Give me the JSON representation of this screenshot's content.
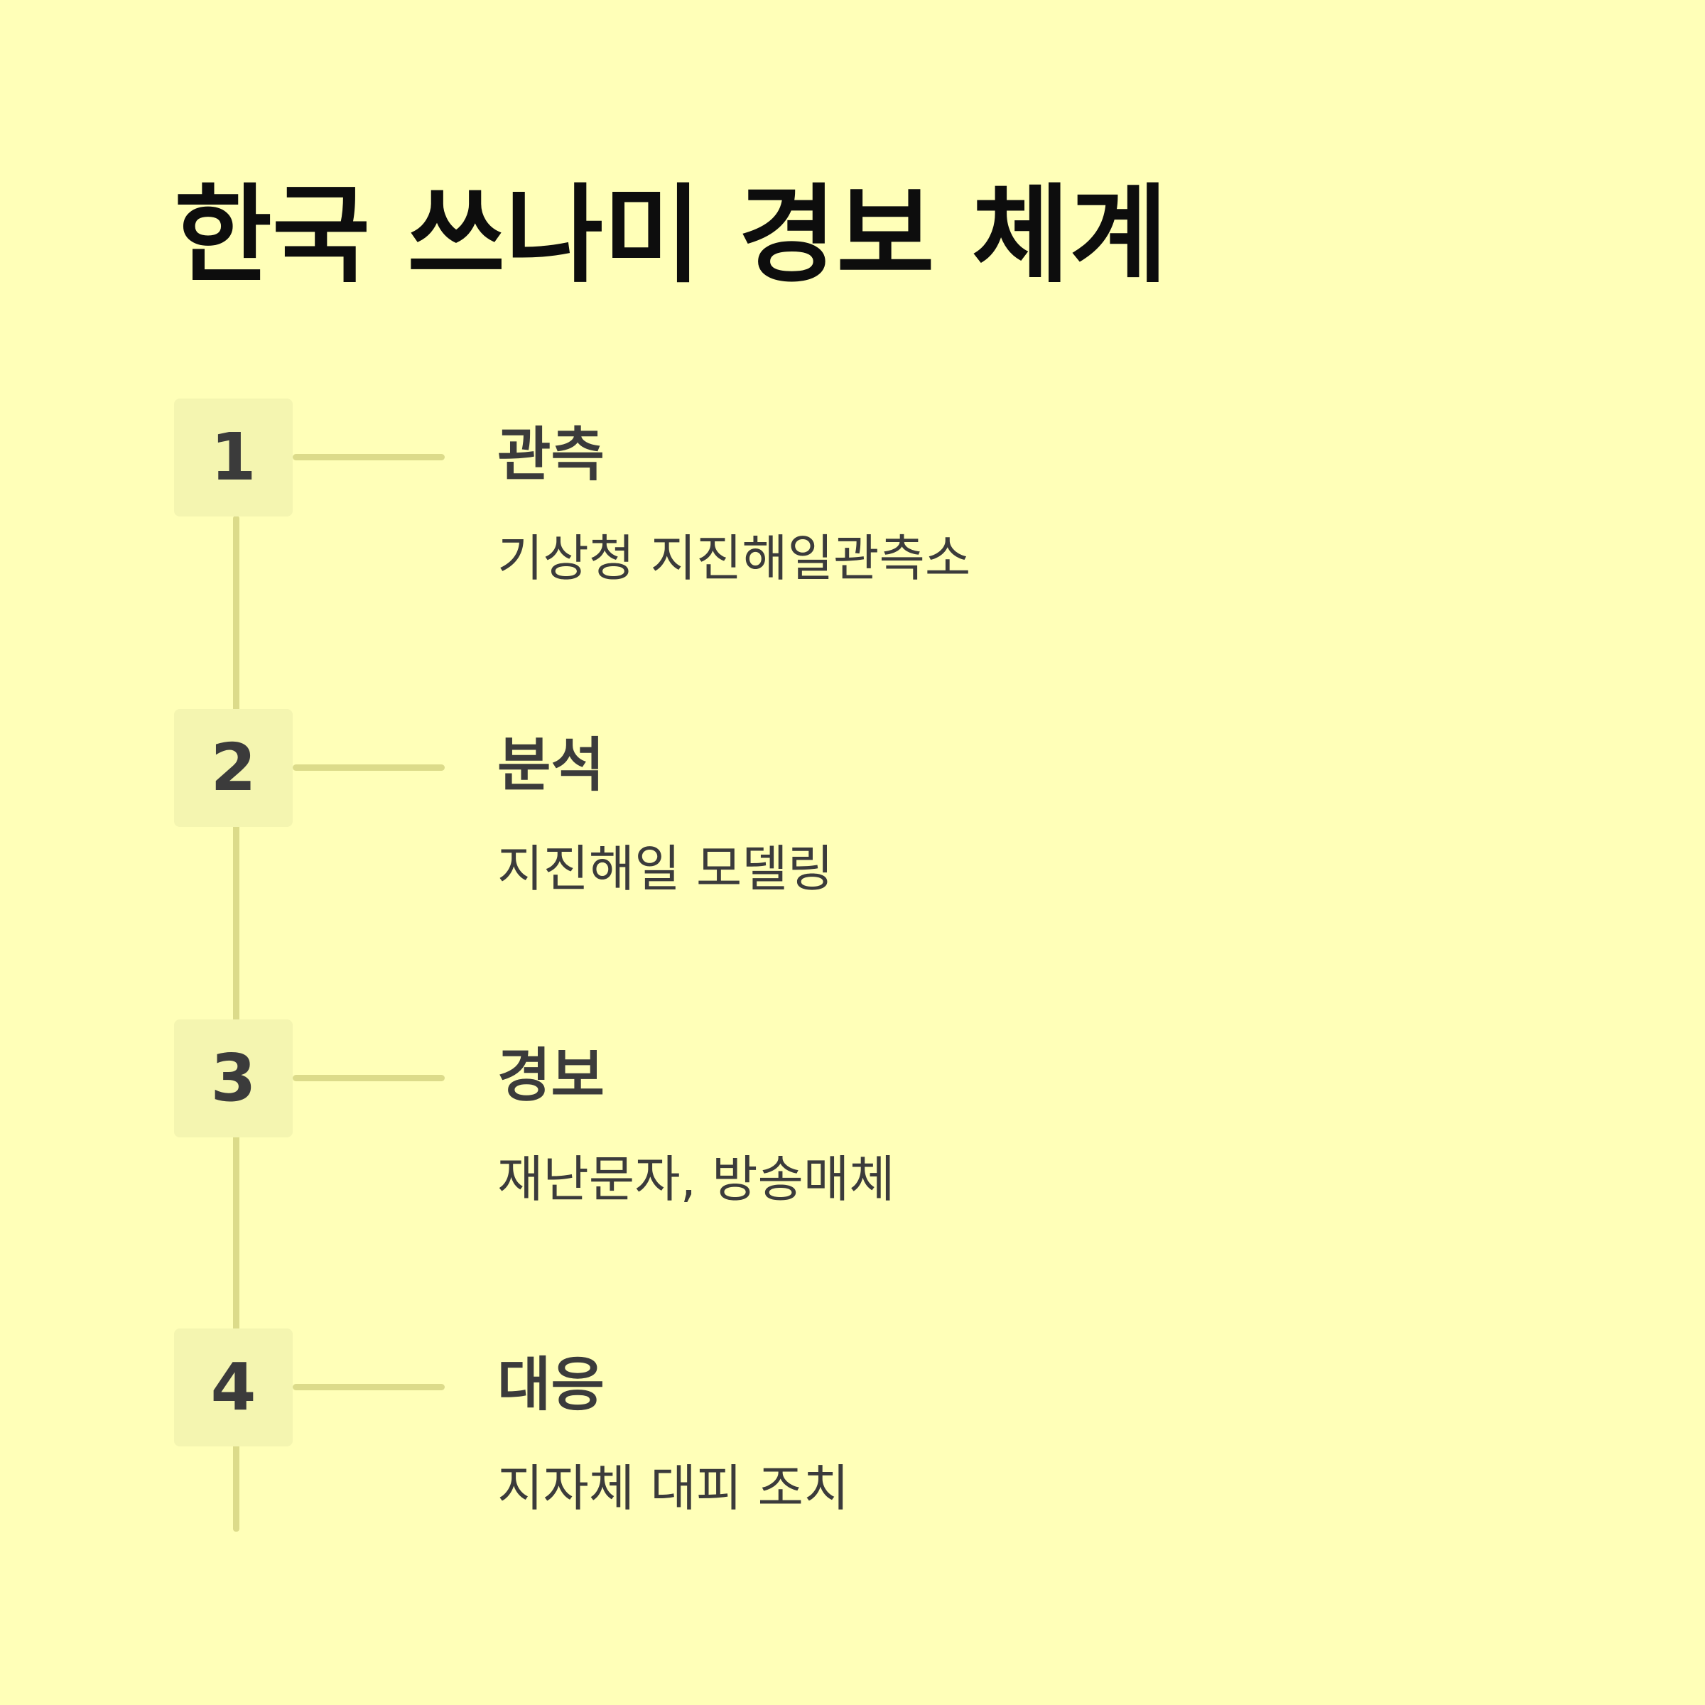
{
  "title": "한국 쓰나미 경보 체계",
  "steps": [
    {
      "number": "1",
      "heading": "관측",
      "description": "기상청 지진해일관측소"
    },
    {
      "number": "2",
      "heading": "분석",
      "description": "지진해일 모델링"
    },
    {
      "number": "3",
      "heading": "경보",
      "description": "재난문자, 방송매체"
    },
    {
      "number": "4",
      "heading": "대응",
      "description": "지자체 대피 조치"
    }
  ],
  "colors": {
    "background": "#ffffb8",
    "badge": "#f4f5b0",
    "line": "#dcdb8a",
    "text": "#3b3b3b",
    "title": "#0d0d0d"
  }
}
